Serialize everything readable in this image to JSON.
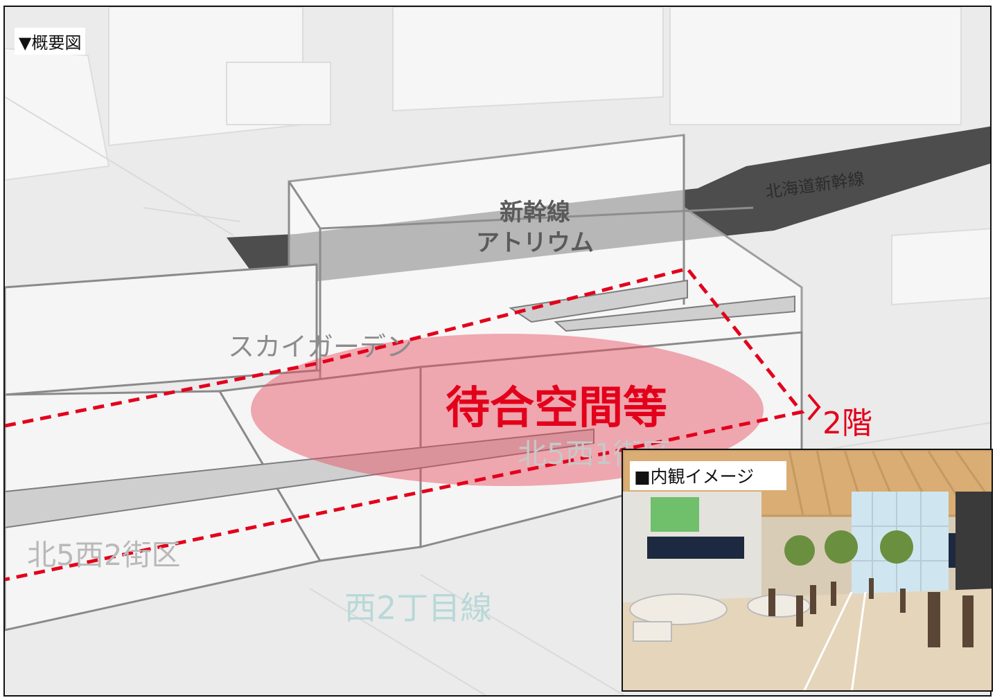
{
  "overview_title": "▼概要図",
  "labels": {
    "atrium": "新幹線\nアトリウム",
    "shinkansen_line": "北海道新幹線",
    "sky_garden": "スカイガーデン",
    "waiting_space": "待合空間等",
    "floor": "2階",
    "block_n5w1": "北5西1街区",
    "block_n5w2": "北5西2街区",
    "street_w2": "西2丁目線"
  },
  "inset": {
    "title": "■内観イメージ"
  },
  "colors": {
    "accent_red": "#e3001b",
    "background": "#ececec",
    "hsr_band": "#4b4b4b"
  }
}
